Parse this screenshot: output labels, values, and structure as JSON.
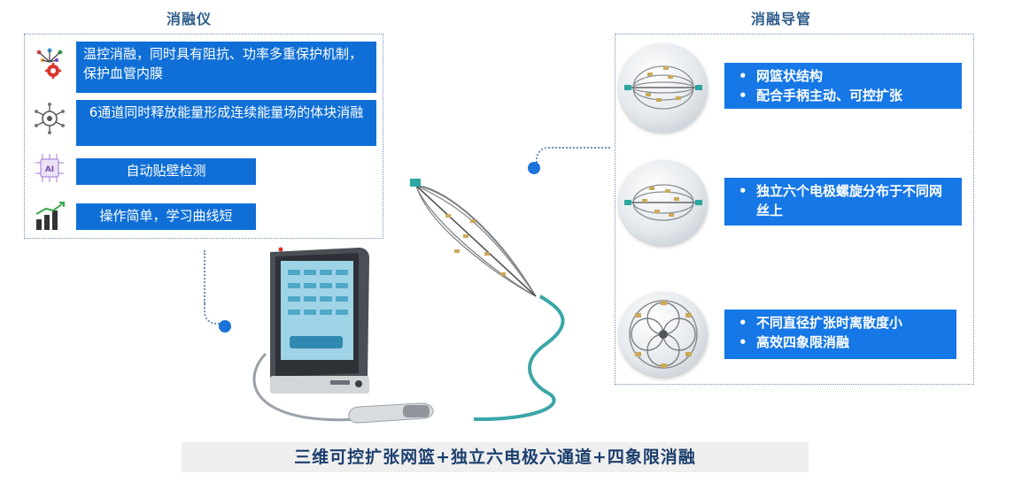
{
  "left_title": "消融仪",
  "right_title": "消融导管",
  "left_features": [
    {
      "icon": "tech-network-gear-icon",
      "text": "温控消融，同时具有阻抗、功率多重保护机制，保护血管内膜"
    },
    {
      "icon": "molecule-energy-icon",
      "text": "6通道同时释放能量形成连续能量场的体块消融"
    },
    {
      "icon": "ai-chip-icon",
      "chip_label": "AI",
      "text": "自动贴壁检测"
    },
    {
      "icon": "growth-bar-chart-icon",
      "text": "操作简单，学习曲线短"
    }
  ],
  "right_features": [
    {
      "bullets": [
        "网篮状结构",
        "配合手柄主动、可控扩张"
      ]
    },
    {
      "bullets": [
        "独立六个电极螺旋分布于不同网丝上"
      ]
    },
    {
      "bullets": [
        "不同直径扩张时离散度小",
        "高效四象限消融"
      ]
    }
  ],
  "bottom_caption": "三维可控扩张网篮+独立六电极六通道+四象限消融",
  "colors": {
    "title": "#2f5d8a",
    "feature_box": "#0f6fd6",
    "accent_dot": "#1a73d9",
    "banner_text": "#1c3f6e",
    "cable": "#3aa6a8"
  }
}
